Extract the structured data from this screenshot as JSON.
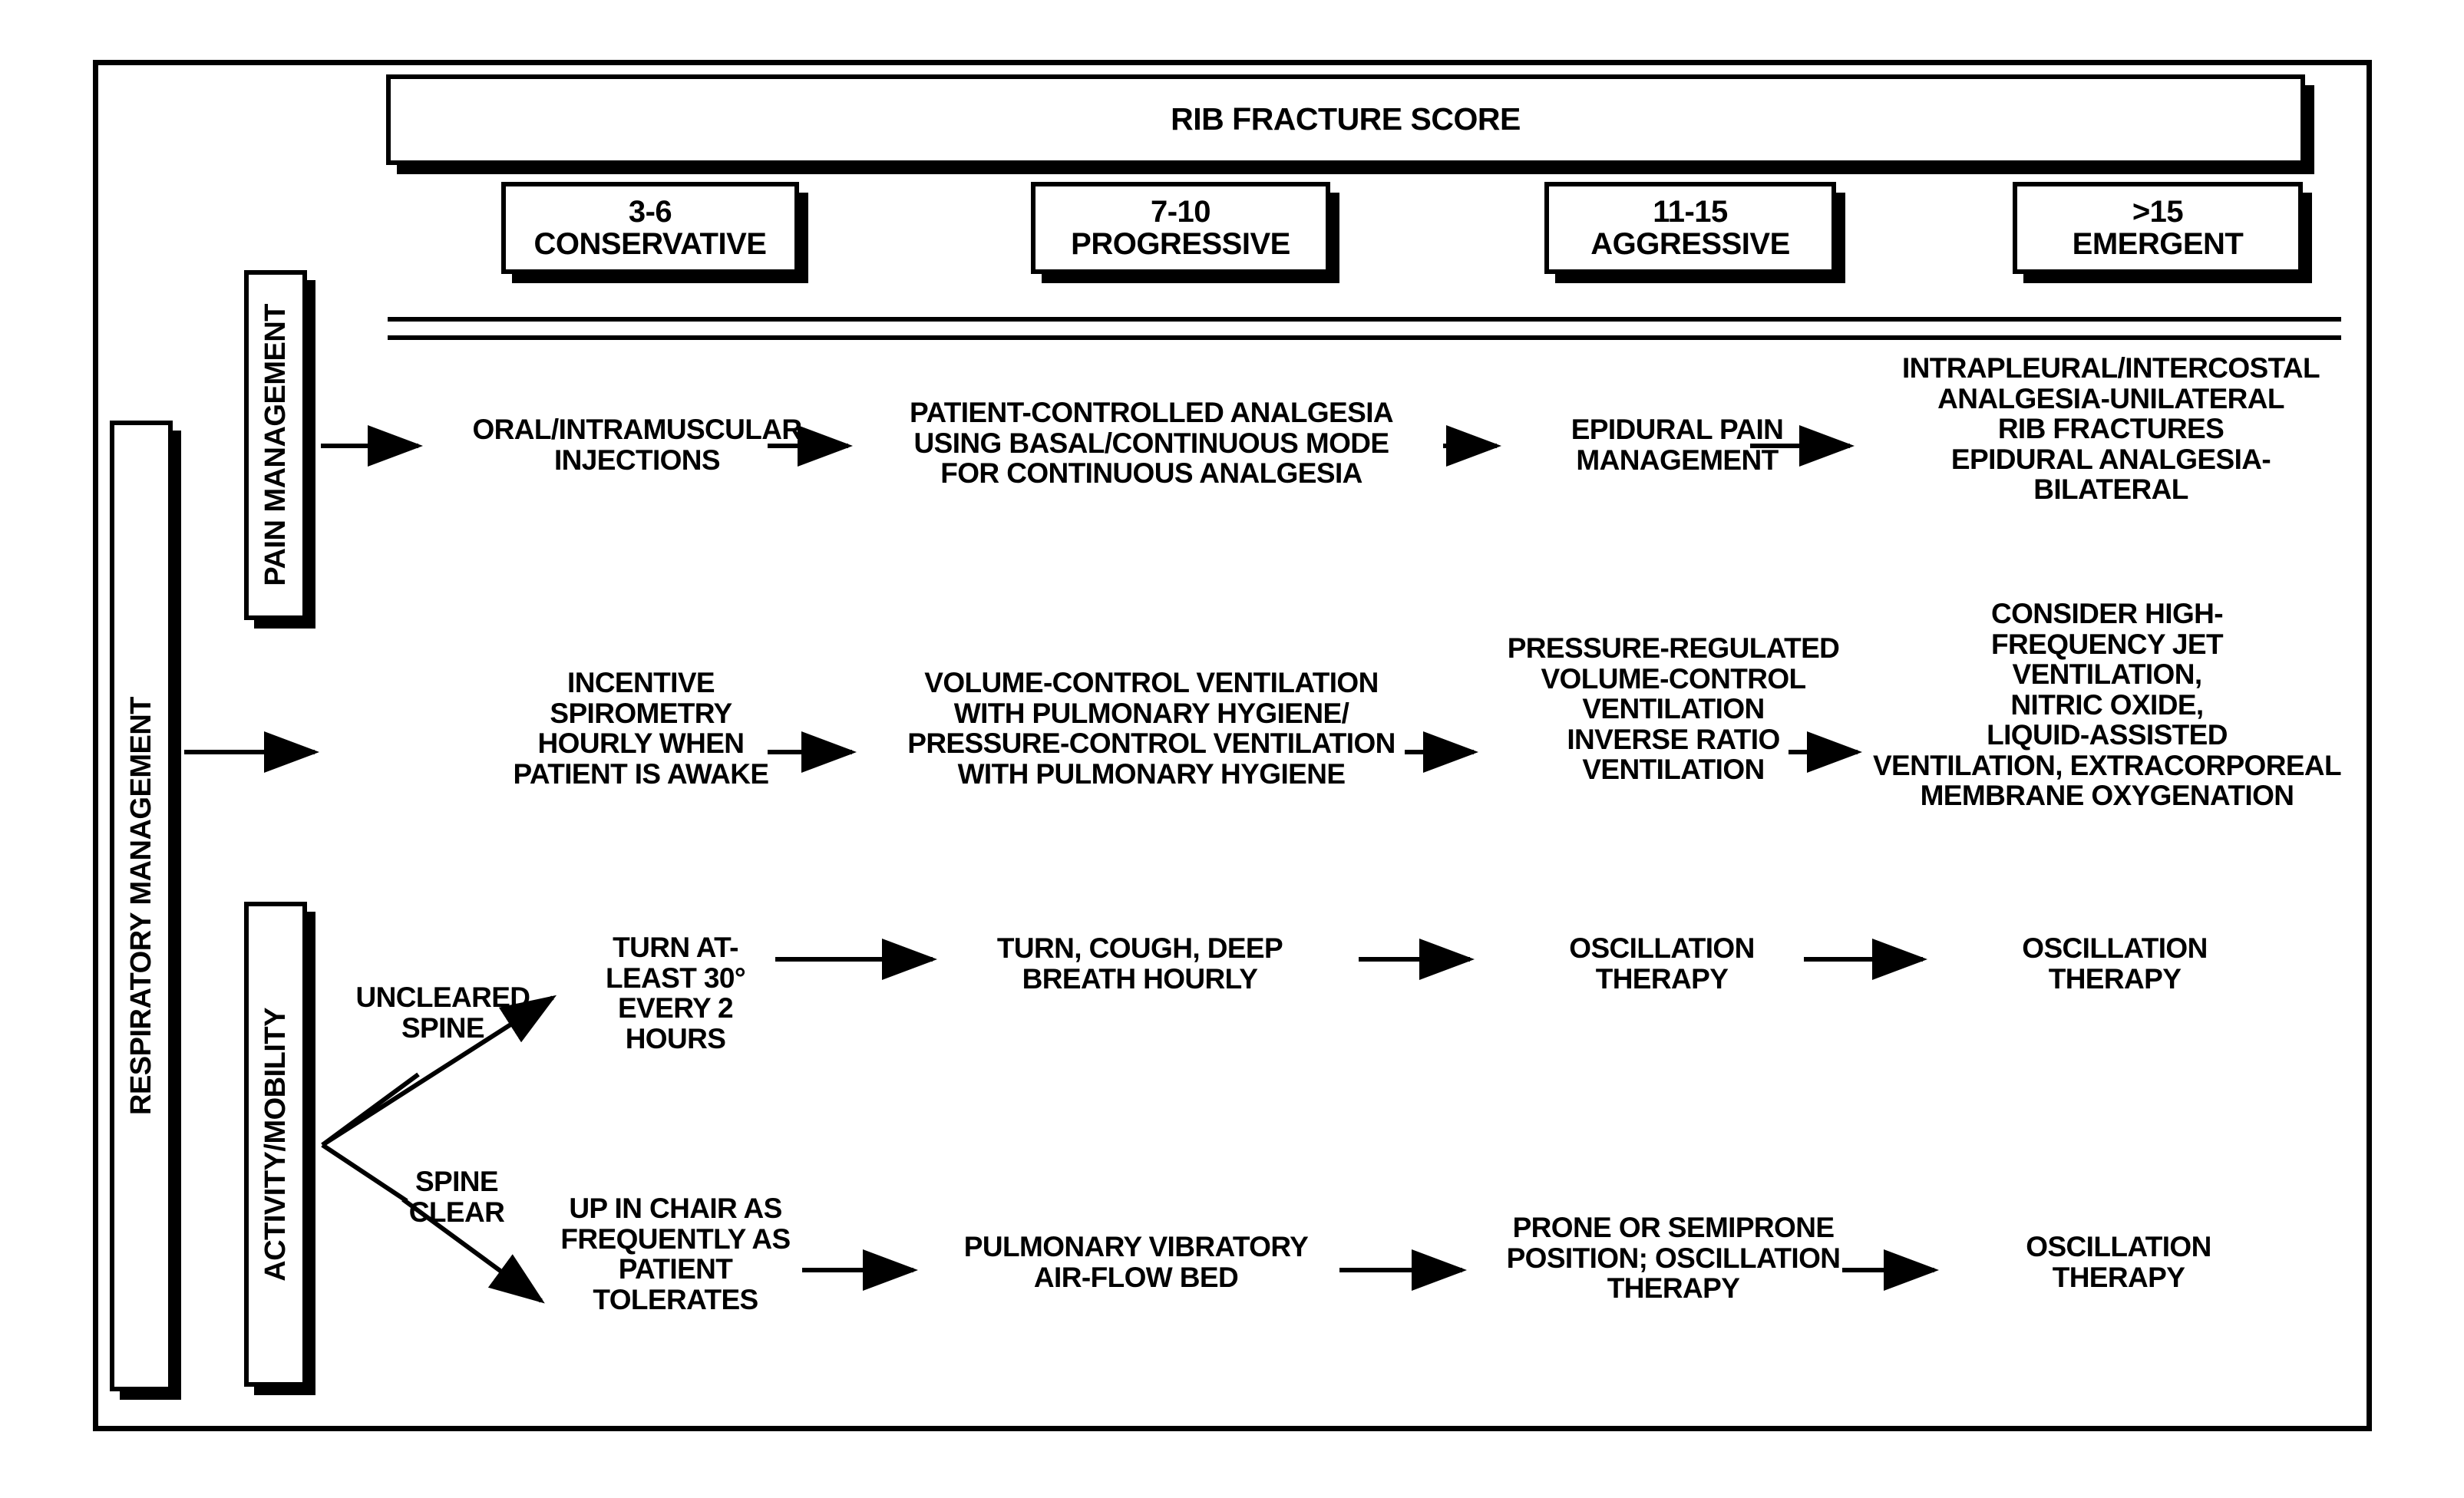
{
  "title": "RIB FRACTURE SCORE",
  "columns": [
    {
      "score": "3-6",
      "approach": "CONSERVATIVE",
      "label": "3-6\nCONSERVATIVE"
    },
    {
      "score": "7-10",
      "approach": "PROGRESSIVE",
      "label": "7-10\nPROGRESSIVE"
    },
    {
      "score": "11-15",
      "approach": "AGGRESSIVE",
      "label": "11-15\nAGGRESSIVE"
    },
    {
      "score": ">15",
      "approach": "EMERGENT",
      "label": ">15\nEMERGENT"
    }
  ],
  "categories": {
    "outer": "RESPIRATORY MANAGEMENT",
    "pain": "PAIN MANAGEMENT",
    "activity": "ACTIVITY/MOBILITY"
  },
  "rows": [
    {
      "name": "pain-management",
      "cells": [
        "ORAL/INTRAMUSCULAR\nINJECTIONS",
        "PATIENT-CONTROLLED ANALGESIA\nUSING BASAL/CONTINUOUS MODE\nFOR CONTINUOUS ANALGESIA",
        "EPIDURAL PAIN\nMANAGEMENT",
        "INTRAPLEURAL/INTERCOSTAL\nANALGESIA-UNILATERAL\nRIB FRACTURES\nEPIDURAL ANALGESIA-\nBILATERAL"
      ]
    },
    {
      "name": "respiratory-management",
      "cells": [
        "INCENTIVE\nSPIROMETRY\nHOURLY WHEN\nPATIENT IS AWAKE",
        "VOLUME-CONTROL VENTILATION\nWITH PULMONARY HYGIENE/\nPRESSURE-CONTROL VENTILATION\nWITH PULMONARY HYGIENE",
        "PRESSURE-REGULATED\nVOLUME-CONTROL\nVENTILATION\nINVERSE RATIO\nVENTILATION",
        "CONSIDER HIGH-\nFREQUENCY JET\nVENTILATION,\nNITRIC OXIDE,\nLIQUID-ASSISTED\nVENTILATION, EXTRACORPOREAL\nMEMBRANE OXYGENATION"
      ]
    },
    {
      "name": "activity-uncleared-spine",
      "branch_label": "UNCLEARED\nSPINE",
      "cells": [
        "TURN AT-\nLEAST 30°\nEVERY 2\nHOURS",
        "TURN, COUGH, DEEP\nBREATH HOURLY",
        "OSCILLATION\nTHERAPY",
        "OSCILLATION\nTHERAPY"
      ]
    },
    {
      "name": "activity-spine-clear",
      "branch_label": "SPINE\nCLEAR",
      "cells": [
        "UP IN CHAIR AS\nFREQUENTLY AS\nPATIENT\nTOLERATES",
        "PULMONARY VIBRATORY\nAIR-FLOW BED",
        "PRONE OR SEMIPRONE\nPOSITION; OSCILLATION\nTHERAPY",
        "OSCILLATION\nTHERAPY"
      ]
    }
  ],
  "colors": {
    "ink": "#000000",
    "paper": "#ffffff"
  }
}
